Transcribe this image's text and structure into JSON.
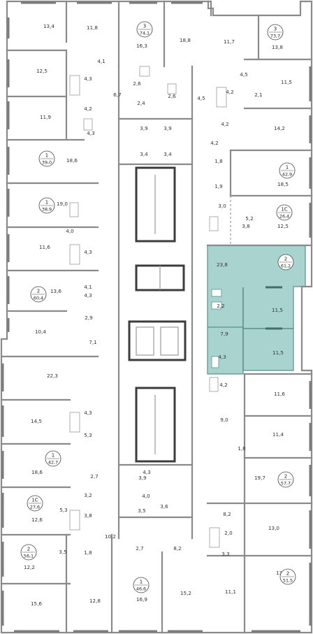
{
  "highlight_color": "#a9d3cf",
  "rooms": [
    {
      "id": "r1",
      "label": "13,4"
    },
    {
      "id": "r2",
      "label": "11,8"
    },
    {
      "id": "r3",
      "label": "16,3"
    },
    {
      "id": "r4",
      "label": "18,8"
    },
    {
      "id": "r5",
      "label": "11,7"
    },
    {
      "id": "r6",
      "label": "13,8"
    },
    {
      "id": "r7",
      "label": "4,1"
    },
    {
      "id": "r8",
      "label": "12,5"
    },
    {
      "id": "r9",
      "label": "4,3"
    },
    {
      "id": "r10",
      "label": "6,7"
    },
    {
      "id": "r11",
      "label": "2,6"
    },
    {
      "id": "r12",
      "label": "2,6"
    },
    {
      "id": "r13",
      "label": "2,4"
    },
    {
      "id": "r14",
      "label": "4,5"
    },
    {
      "id": "r15",
      "label": "4,5"
    },
    {
      "id": "r16",
      "label": "4,2"
    },
    {
      "id": "r17",
      "label": "2,1"
    },
    {
      "id": "r18",
      "label": "11,5"
    },
    {
      "id": "r19",
      "label": "4,2"
    },
    {
      "id": "r20",
      "label": "11,9"
    },
    {
      "id": "r21",
      "label": "4,3"
    },
    {
      "id": "r22",
      "label": "3,9"
    },
    {
      "id": "r23",
      "label": "3,9"
    },
    {
      "id": "r24",
      "label": "4,2"
    },
    {
      "id": "r25",
      "label": "14,2"
    },
    {
      "id": "r26",
      "label": "18,6"
    },
    {
      "id": "r27",
      "label": "3,4"
    },
    {
      "id": "r28",
      "label": "3,4"
    },
    {
      "id": "r29",
      "label": "4,2"
    },
    {
      "id": "r30",
      "label": "1,8"
    },
    {
      "id": "r31",
      "label": "18,5"
    },
    {
      "id": "r32",
      "label": "1,9"
    },
    {
      "id": "r33",
      "label": "19,0"
    },
    {
      "id": "r34",
      "label": "3,0"
    },
    {
      "id": "r35",
      "label": "5,2"
    },
    {
      "id": "r36",
      "label": "12,5"
    },
    {
      "id": "r37",
      "label": "3,8"
    },
    {
      "id": "r38",
      "label": "4,0"
    },
    {
      "id": "r39",
      "label": "11,6"
    },
    {
      "id": "r40",
      "label": "4,3"
    },
    {
      "id": "r41",
      "label": "23,8"
    },
    {
      "id": "r42",
      "label": "4,1"
    },
    {
      "id": "r43",
      "label": "13,6"
    },
    {
      "id": "r44",
      "label": "4,3"
    },
    {
      "id": "r45",
      "label": "2,2"
    },
    {
      "id": "r46",
      "label": "11,5"
    },
    {
      "id": "r47",
      "label": "2,9"
    },
    {
      "id": "r48",
      "label": "10,4"
    },
    {
      "id": "r49",
      "label": "7,1"
    },
    {
      "id": "r50",
      "label": "7,9"
    },
    {
      "id": "r51",
      "label": "4,3"
    },
    {
      "id": "r52",
      "label": "11,5"
    },
    {
      "id": "r53",
      "label": "22,3"
    },
    {
      "id": "r54",
      "label": "4,2"
    },
    {
      "id": "r55",
      "label": "11,6"
    },
    {
      "id": "r56",
      "label": "14,5"
    },
    {
      "id": "r57",
      "label": "4,3"
    },
    {
      "id": "r58",
      "label": "9,0"
    },
    {
      "id": "r59",
      "label": "5,3"
    },
    {
      "id": "r60",
      "label": "11,4"
    },
    {
      "id": "r61",
      "label": "1,8"
    },
    {
      "id": "r62",
      "label": "18,6"
    },
    {
      "id": "r63",
      "label": "4,3"
    },
    {
      "id": "r64",
      "label": "2,7"
    },
    {
      "id": "r65",
      "label": "3,9"
    },
    {
      "id": "r66",
      "label": "19,7"
    },
    {
      "id": "r67",
      "label": "3,2"
    },
    {
      "id": "r68",
      "label": "4,0"
    },
    {
      "id": "r69",
      "label": "5,3"
    },
    {
      "id": "r70",
      "label": "3,8"
    },
    {
      "id": "r71",
      "label": "3,5"
    },
    {
      "id": "r72",
      "label": "12,6"
    },
    {
      "id": "r73",
      "label": "3,6"
    },
    {
      "id": "r74",
      "label": "8,2"
    },
    {
      "id": "r75",
      "label": "2,0"
    },
    {
      "id": "r76",
      "label": "13,0"
    },
    {
      "id": "r77",
      "label": "10,2"
    },
    {
      "id": "r78",
      "label": "2,7"
    },
    {
      "id": "r79",
      "label": "8,2"
    },
    {
      "id": "r80",
      "label": "3,3"
    },
    {
      "id": "r81",
      "label": "3,5"
    },
    {
      "id": "r82",
      "label": "1,8"
    },
    {
      "id": "r83",
      "label": "12,2"
    },
    {
      "id": "r84",
      "label": "13,9"
    },
    {
      "id": "r85",
      "label": "15,6"
    },
    {
      "id": "r86",
      "label": "12,8"
    },
    {
      "id": "r87",
      "label": "16,9"
    },
    {
      "id": "r88",
      "label": "15,2"
    },
    {
      "id": "r89",
      "label": "11,1"
    }
  ],
  "apartments": [
    {
      "id": "a1",
      "rooms": "3",
      "area": "74,1"
    },
    {
      "id": "a2",
      "rooms": "3",
      "area": "73,7"
    },
    {
      "id": "a3",
      "rooms": "1",
      "area": "39,0"
    },
    {
      "id": "a4",
      "rooms": "1",
      "area": "42,9"
    },
    {
      "id": "a5",
      "rooms": "1",
      "area": "38,9"
    },
    {
      "id": "a6",
      "rooms": "1С",
      "area": "26,4"
    },
    {
      "id": "a7",
      "rooms": "2",
      "area": "61,2"
    },
    {
      "id": "a8",
      "rooms": "2",
      "area": "60,4"
    },
    {
      "id": "a9",
      "rooms": "1",
      "area": "42,7"
    },
    {
      "id": "a10",
      "rooms": "2",
      "area": "57,7"
    },
    {
      "id": "a11",
      "rooms": "1С",
      "area": "27,6"
    },
    {
      "id": "a12",
      "rooms": "2",
      "area": "56,1"
    },
    {
      "id": "a13",
      "rooms": "1",
      "area": "46,6"
    },
    {
      "id": "a14",
      "rooms": "2",
      "area": "51,5"
    }
  ]
}
